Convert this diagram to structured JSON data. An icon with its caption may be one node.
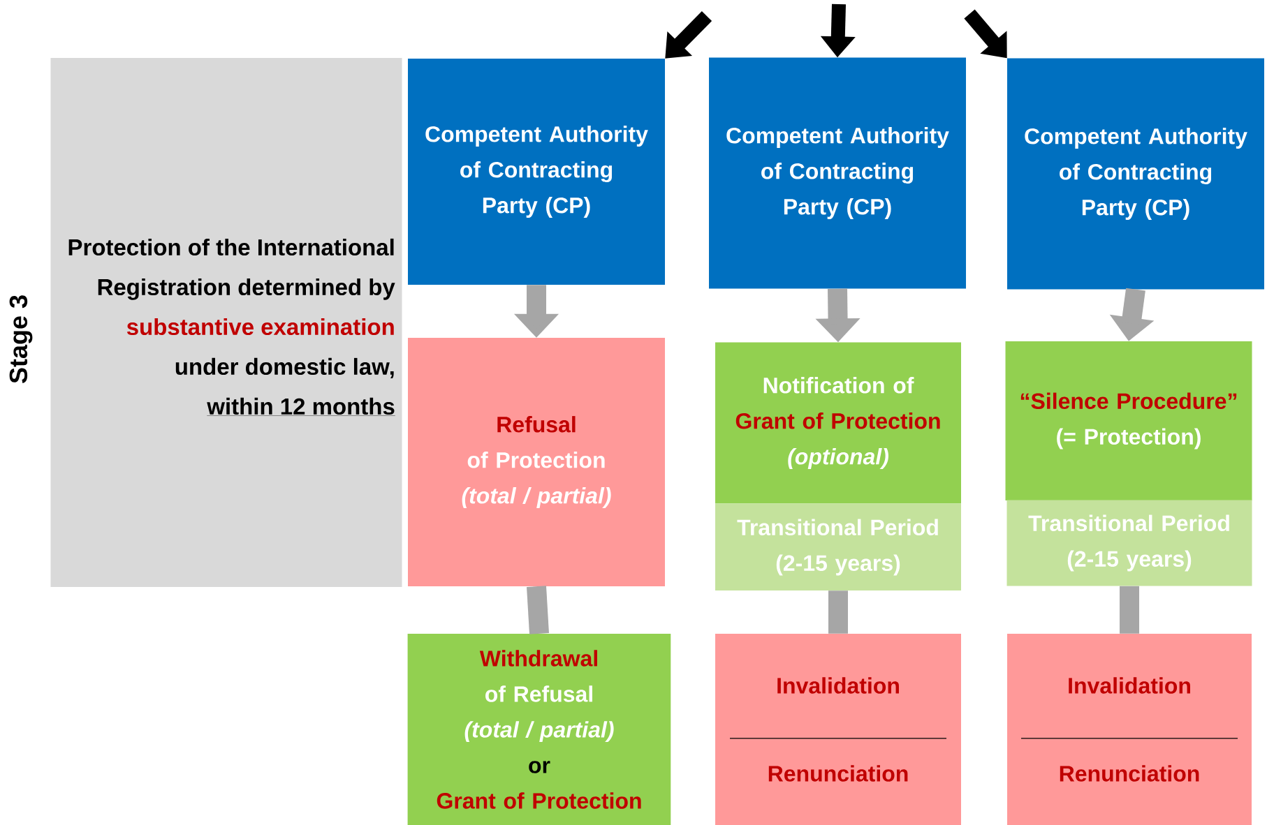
{
  "diagram": {
    "nodes": [
      {
        "text": [
          "Protection of the International Registration determined by",
          "substantive examination",
          "under domestic law,",
          "within 12 months"
        ]
      },
      {
        "text": [
          "Competent Authority of Contracting Party (CP)"
        ]
      },
      {
        "text": [
          "Competent Authority of Contracting Party (CP)"
        ]
      },
      {
        "text": [
          "Competent Authority of Contracting Party (CP)"
        ]
      },
      {
        "text": [
          "Refusal",
          "of Protection",
          "(total / partial)"
        ]
      },
      {
        "text": [
          "Notification of",
          "Grant of Protection",
          "(optional)"
        ]
      },
      {
        "text": [
          "Transitional Period (2-15 years)"
        ]
      },
      {
        "text": [
          "“Silence Procedure”",
          "(= Protection)"
        ]
      },
      {
        "text": [
          "Transitional Period (2-15 years)"
        ]
      },
      {
        "text": [
          "Withdrawal",
          "of Refusal",
          "(total / partial)",
          "or",
          "Grant of Protection"
        ]
      },
      {
        "text": [
          "Invalidation",
          "Renunciation"
        ]
      },
      {
        "text": [
          "Invalidation",
          "Renunciation"
        ]
      }
    ],
    "edges": [
      {
        "from": null,
        "to": 1,
        "arrow": "to",
        "color": "#000000"
      },
      {
        "from": null,
        "to": 2,
        "arrow": "to",
        "color": "#000000"
      },
      {
        "from": null,
        "to": 3,
        "arrow": "to",
        "color": "#000000"
      },
      {
        "from": 1,
        "to": 4,
        "arrow": "to"
      },
      {
        "from": 2,
        "to": 5,
        "arrow": "to"
      },
      {
        "from": 3,
        "to": 7,
        "arrow": "to"
      },
      {
        "from": 4,
        "to": 9,
        "arrow": "none"
      },
      {
        "from": 6,
        "to": 10,
        "arrow": "none"
      },
      {
        "from": 8,
        "to": 11,
        "arrow": "none"
      }
    ],
    "labels": [
      "Stage 3"
    ]
  }
}
